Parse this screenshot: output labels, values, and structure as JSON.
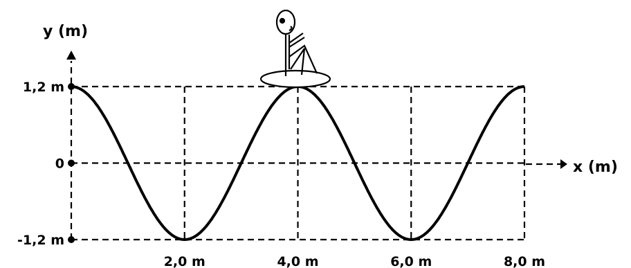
{
  "axes": {
    "y_label": "y (m)",
    "x_label": "x (m)",
    "y_ticks": [
      {
        "value": 1.2,
        "label": "1,2 m"
      },
      {
        "value": 0,
        "label": "0"
      },
      {
        "value": -1.2,
        "label": "-1,2 m"
      }
    ],
    "x_ticks": [
      {
        "value": 2.0,
        "label": "2,0 m"
      },
      {
        "value": 4.0,
        "label": "4,0 m"
      },
      {
        "value": 6.0,
        "label": "6,0 m"
      },
      {
        "value": 8.0,
        "label": "8,0 m"
      }
    ],
    "x_range": [
      0,
      8
    ],
    "y_range": [
      -1.2,
      1.2
    ],
    "grid": "dashed"
  },
  "wave": {
    "amplitude": 1.2,
    "wavelength": 4.0,
    "phase": "cosine",
    "color": "#000000"
  },
  "figure": {
    "icon": "person-on-float-icon",
    "x_position": 4.0
  }
}
